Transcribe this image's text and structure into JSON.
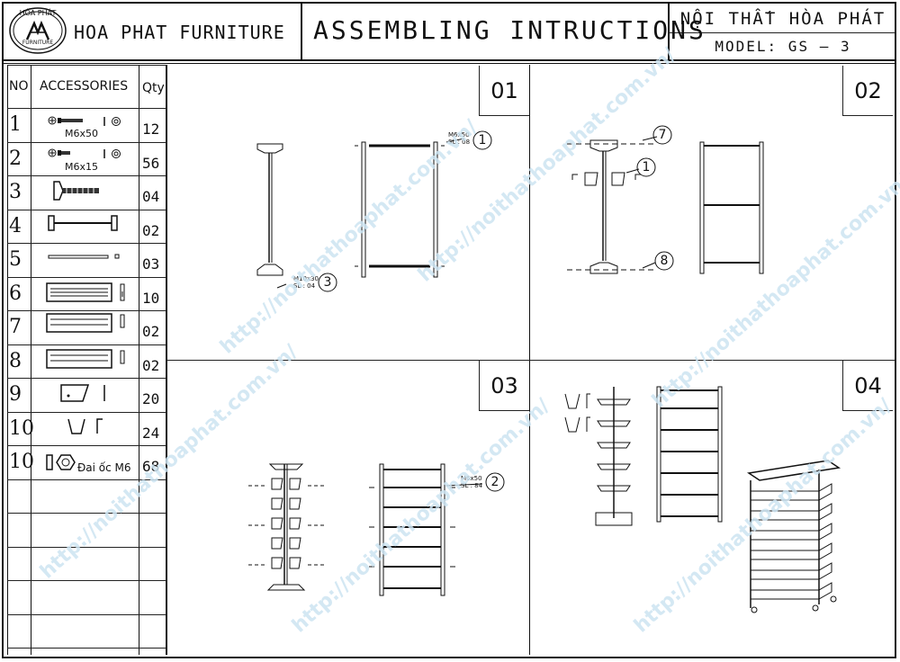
{
  "header": {
    "logo_text_top": "HÒA PHÁT",
    "logo_text_bottom": "FURNITURE",
    "company": "HOA PHAT FURNITURE",
    "title": "ASSEMBLING INTRUCTIONS",
    "brand": "NỘI THẤT HÒA PHÁT",
    "model": "MODEL: GS – 3"
  },
  "accessories": {
    "col_no": "NO",
    "col_name": "ACCESSORIES",
    "col_qty": "Qty",
    "rows": [
      {
        "no": "1",
        "label": "M6x50",
        "qty": "12"
      },
      {
        "no": "2",
        "label": "M6x15",
        "qty": "56"
      },
      {
        "no": "3",
        "label": "",
        "qty": "04"
      },
      {
        "no": "4",
        "label": "",
        "qty": "02"
      },
      {
        "no": "5",
        "label": "",
        "qty": "03"
      },
      {
        "no": "6",
        "label": "",
        "qty": "10"
      },
      {
        "no": "7",
        "label": "",
        "qty": "02"
      },
      {
        "no": "8",
        "label": "",
        "qty": "02"
      },
      {
        "no": "9",
        "label": "",
        "qty": "20"
      },
      {
        "no": "10",
        "label": "",
        "qty": "24"
      },
      {
        "no": "10",
        "label": "Đai ốc M6",
        "qty": "68"
      }
    ]
  },
  "steps": {
    "s1": {
      "number": "01",
      "callout_a": "M6x50",
      "callout_a_sl": "SL : 08",
      "callout_a_num": "1",
      "callout_b": "M10x30",
      "callout_b_sl": "SL : 04",
      "callout_b_num": "3"
    },
    "s2": {
      "number": "02",
      "callout_top_num": "7",
      "callout_mid_num": "1",
      "callout_bot_num": "8"
    },
    "s3": {
      "number": "03",
      "callout": "M6x50",
      "callout_sl": "SL : 84",
      "callout_num": "2"
    },
    "s4": {
      "number": "04"
    }
  },
  "watermark": "http://noithathoaphat.com.vn/",
  "colors": {
    "line": "#111111",
    "watermark": "#cde4f2"
  }
}
